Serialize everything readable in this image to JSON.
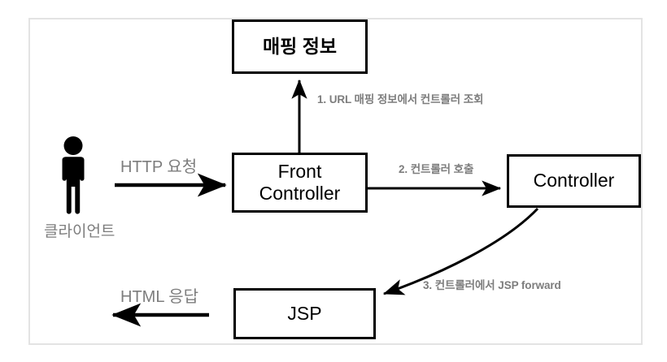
{
  "diagram": {
    "title": "Front Controller pattern request flow",
    "colors": {
      "frame_border": "#e3e3e3",
      "box_border": "#000000",
      "box_fill": "#ffffff",
      "arrow": "#000000",
      "label_text": "#7d7d7d",
      "node_text": "#000000"
    },
    "nodes": [
      {
        "id": "mapping",
        "label": "매핑 정보"
      },
      {
        "id": "front_controller",
        "label_line1": "Front",
        "label_line2": "Controller"
      },
      {
        "id": "controller",
        "label": "Controller"
      },
      {
        "id": "jsp",
        "label": "JSP"
      },
      {
        "id": "client",
        "label": "클라이언트",
        "icon": "person-icon"
      }
    ],
    "edges": [
      {
        "id": "step1",
        "label": "1. URL 매핑 정보에서 컨트롤러 조회",
        "from": "front_controller",
        "to": "mapping",
        "style": "solid-up"
      },
      {
        "id": "step2",
        "label": "2. 컨트롤러 호출",
        "from": "front_controller",
        "to": "controller",
        "style": "solid-right"
      },
      {
        "id": "step3",
        "label": "3. 컨트롤러에서 JSP forward",
        "from": "controller",
        "to": "jsp",
        "style": "curved-left-down"
      },
      {
        "id": "http_request",
        "label": "HTTP 요청",
        "from": "client",
        "to": "front_controller",
        "style": "solid-right"
      },
      {
        "id": "html_response",
        "label": "HTML 응답",
        "from": "jsp",
        "to": "client",
        "style": "solid-left"
      }
    ]
  }
}
